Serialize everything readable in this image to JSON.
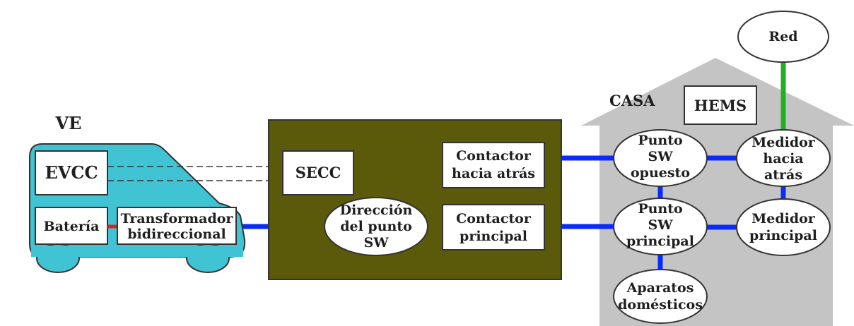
{
  "vehicle": {
    "label": "VE",
    "evcc": "EVCC",
    "battery": "Batería",
    "transformer_line1": "Transformador",
    "transformer_line2": "bidireccional"
  },
  "charger": {
    "secc": "SECC",
    "switch_line1": "Dirección",
    "switch_line2": "del punto",
    "switch_line3": "SW",
    "back_contactor_line1": "Contactor",
    "back_contactor_line2": "hacia atrás",
    "main_contactor_line1": "Contactor",
    "main_contactor_line2": "principal"
  },
  "house": {
    "label": "CASA",
    "hems": "HEMS",
    "opposite_switch_line1": "Punto",
    "opposite_switch_line2": "SW",
    "opposite_switch_line3": "opuesto",
    "main_switch_line1": "Punto",
    "main_switch_line2": "SW",
    "main_switch_line3": "principal",
    "back_meter_line1": "Medidor",
    "back_meter_line2": "hacia",
    "back_meter_line3": "atrás",
    "main_meter_line1": "Medidor",
    "main_meter_line2": "principal",
    "appliances_line1": "Aparatos",
    "appliances_line2": "domésticos"
  },
  "grid": {
    "label": "Red"
  },
  "colors": {
    "power_line": "#0a2aff",
    "grid_line": "#22b022",
    "battery_link": "#e02020",
    "vehicle_fill": "#40c4d4",
    "charger_fill": "#5b5a0b",
    "house_fill": "#c4c4c4"
  }
}
